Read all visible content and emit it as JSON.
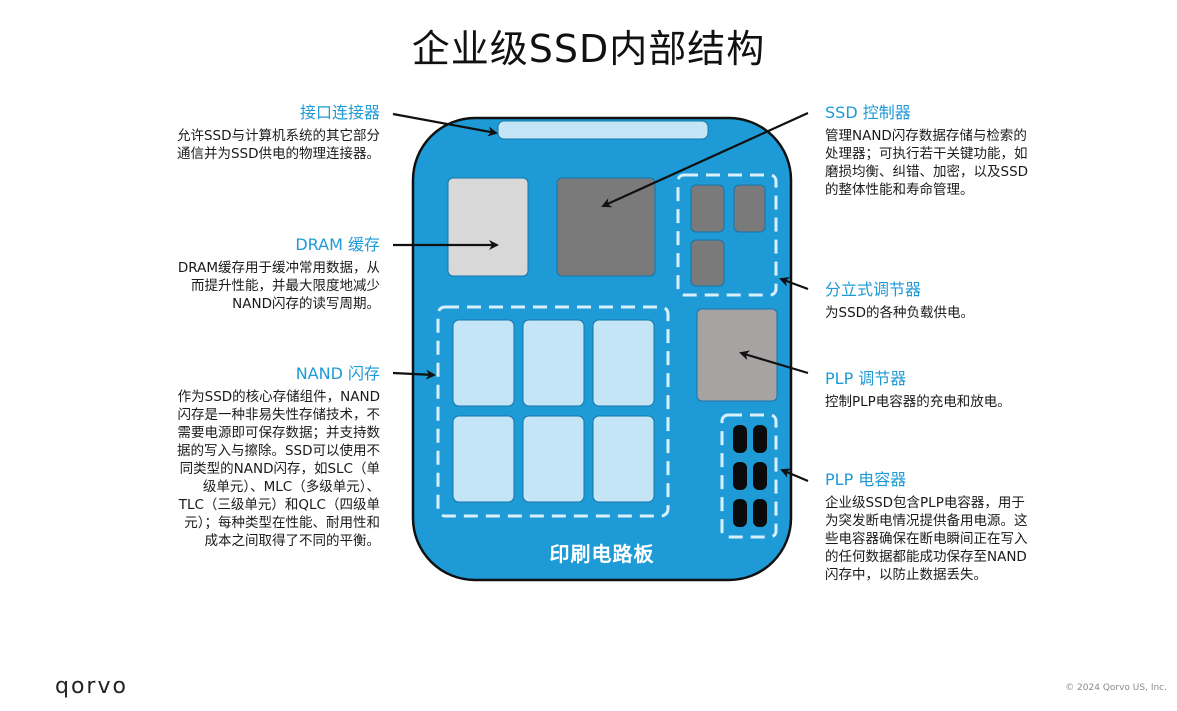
{
  "title": "企业级SSD内部结构",
  "colors": {
    "board": "#1e9ad6",
    "board_border": "#111111",
    "connector": "#c4e5f6",
    "dram": "#d8d8d8",
    "controller": "#7a7a7a",
    "nand_chip": "#c4e5f6",
    "plp_regulator": "#a8a3a3",
    "capacitor": "#0b0b0b",
    "accent_text": "#1e9ad6"
  },
  "labels": {
    "connector": {
      "head": "接口连接器",
      "lines": [
        "允许SSD与计算机系统的其它部分",
        "通信并为SSD供电的物理连接器。"
      ]
    },
    "dram": {
      "head": "DRAM 缓存",
      "lines": [
        "DRAM缓存用于缓冲常用数据，从",
        "而提升性能，并最大限度地减少",
        "NAND闪存的读写周期。"
      ]
    },
    "nand": {
      "head": "NAND 闪存",
      "lines": [
        "作为SSD的核心存储组件，NAND",
        "闪存是一种非易失性存储技术，不",
        "需要电源即可保存数据；并支持数",
        "据的写入与擦除。SSD可以使用不",
        "同类型的NAND闪存，如SLC（单",
        "级单元）、MLC（多级单元）、",
        "TLC（三级单元）和QLC（四级单",
        "元）；每种类型在性能、耐用性和",
        "成本之间取得了不同的平衡。"
      ]
    },
    "controller": {
      "head": "SSD 控制器",
      "lines": [
        "管理NAND闪存数据存储与检索的",
        "处理器；可执行若干关键功能，如",
        "磨损均衡、纠错、加密，以及SSD",
        "的整体性能和寿命管理。"
      ]
    },
    "discrete_regulator": {
      "head": "分立式调节器",
      "lines": [
        "为SSD的各种负载供电。"
      ]
    },
    "plp_regulator": {
      "head": "PLP 调节器",
      "lines": [
        "控制PLP电容器的充电和放电。"
      ]
    },
    "plp_capacitor": {
      "head": "PLP 电容器",
      "lines": [
        "企业级SSD包含PLP电容器，用于",
        "为突发断电情况提供备用电源。这",
        "些电容器确保在断电瞬间正在写入",
        "的任何数据都能成功保存至NAND",
        "闪存中，以防止数据丢失。"
      ]
    }
  },
  "board": {
    "label": "印刷电路板",
    "nand_chip_count": 6,
    "regulator_chip_count": 3,
    "capacitor_count": 6
  },
  "footer": {
    "logo": "qorvo",
    "copyright": "© 2024 Qorvo US, Inc."
  }
}
